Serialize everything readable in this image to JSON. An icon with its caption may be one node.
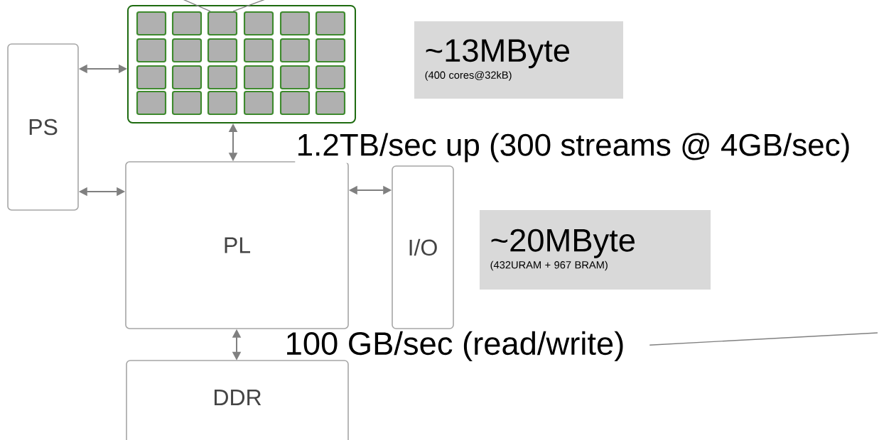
{
  "diagram": {
    "nodes": [
      {
        "text": [
          "PS"
        ]
      },
      {
        "text": [],
        "shape": "box"
      },
      {
        "text": [
          "PL"
        ]
      },
      {
        "text": [
          "I/O"
        ]
      },
      {
        "text": [
          "DDR"
        ]
      },
      {
        "text": [
          "~13MByte",
          "(400 cores@32kB)"
        ]
      },
      {
        "text": [
          "~20MByte",
          "(432URAM + 967 BRAM)"
        ]
      },
      {
        "text": [
          "100 GB/sec (read/write)"
        ]
      }
    ],
    "edges": [
      {
        "from": 0,
        "to": 1,
        "arrow": "both"
      },
      {
        "from": 0,
        "to": 2,
        "arrow": "both"
      },
      {
        "from": 1,
        "to": 2,
        "arrow": "both",
        "label": "1.2TB/sec up (300 streams @ 4GB/sec)"
      },
      {
        "from": 2,
        "to": 3,
        "arrow": "both"
      },
      {
        "from": 2,
        "to": 4,
        "arrow": "both"
      },
      {
        "from": 7,
        "to": null,
        "arrow": "none"
      },
      {
        "from": null,
        "to": 1,
        "arrow": "none"
      },
      {
        "from": null,
        "to": 1,
        "arrow": "none"
      }
    ]
  }
}
